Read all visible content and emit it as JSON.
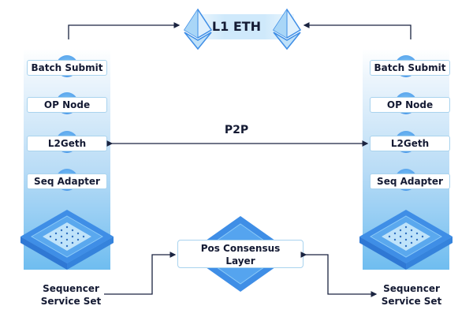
{
  "title": "L1 ETH",
  "p2p_label": "P2P",
  "left_stack": {
    "nodes": [
      "Batch Submit",
      "OP Node",
      "L2Geth",
      "Seq Adapter"
    ],
    "caption_line1": "Sequencer",
    "caption_line2": "Service Set"
  },
  "right_stack": {
    "nodes": [
      "Batch Submit",
      "OP Node",
      "L2Geth",
      "Seq Adapter"
    ],
    "caption_line1": "Sequencer",
    "caption_line2": "Service Set"
  },
  "consensus": {
    "line1": "Pos Consensus",
    "line2": "Layer"
  },
  "icons": {
    "eth": "ethereum-diamond-icon",
    "server": "server-chip-icon"
  },
  "colors": {
    "accent_blue": "#3f8ee6",
    "light_blue": "#b9dcf6",
    "text": "#141a33",
    "line": "#1a2340"
  }
}
